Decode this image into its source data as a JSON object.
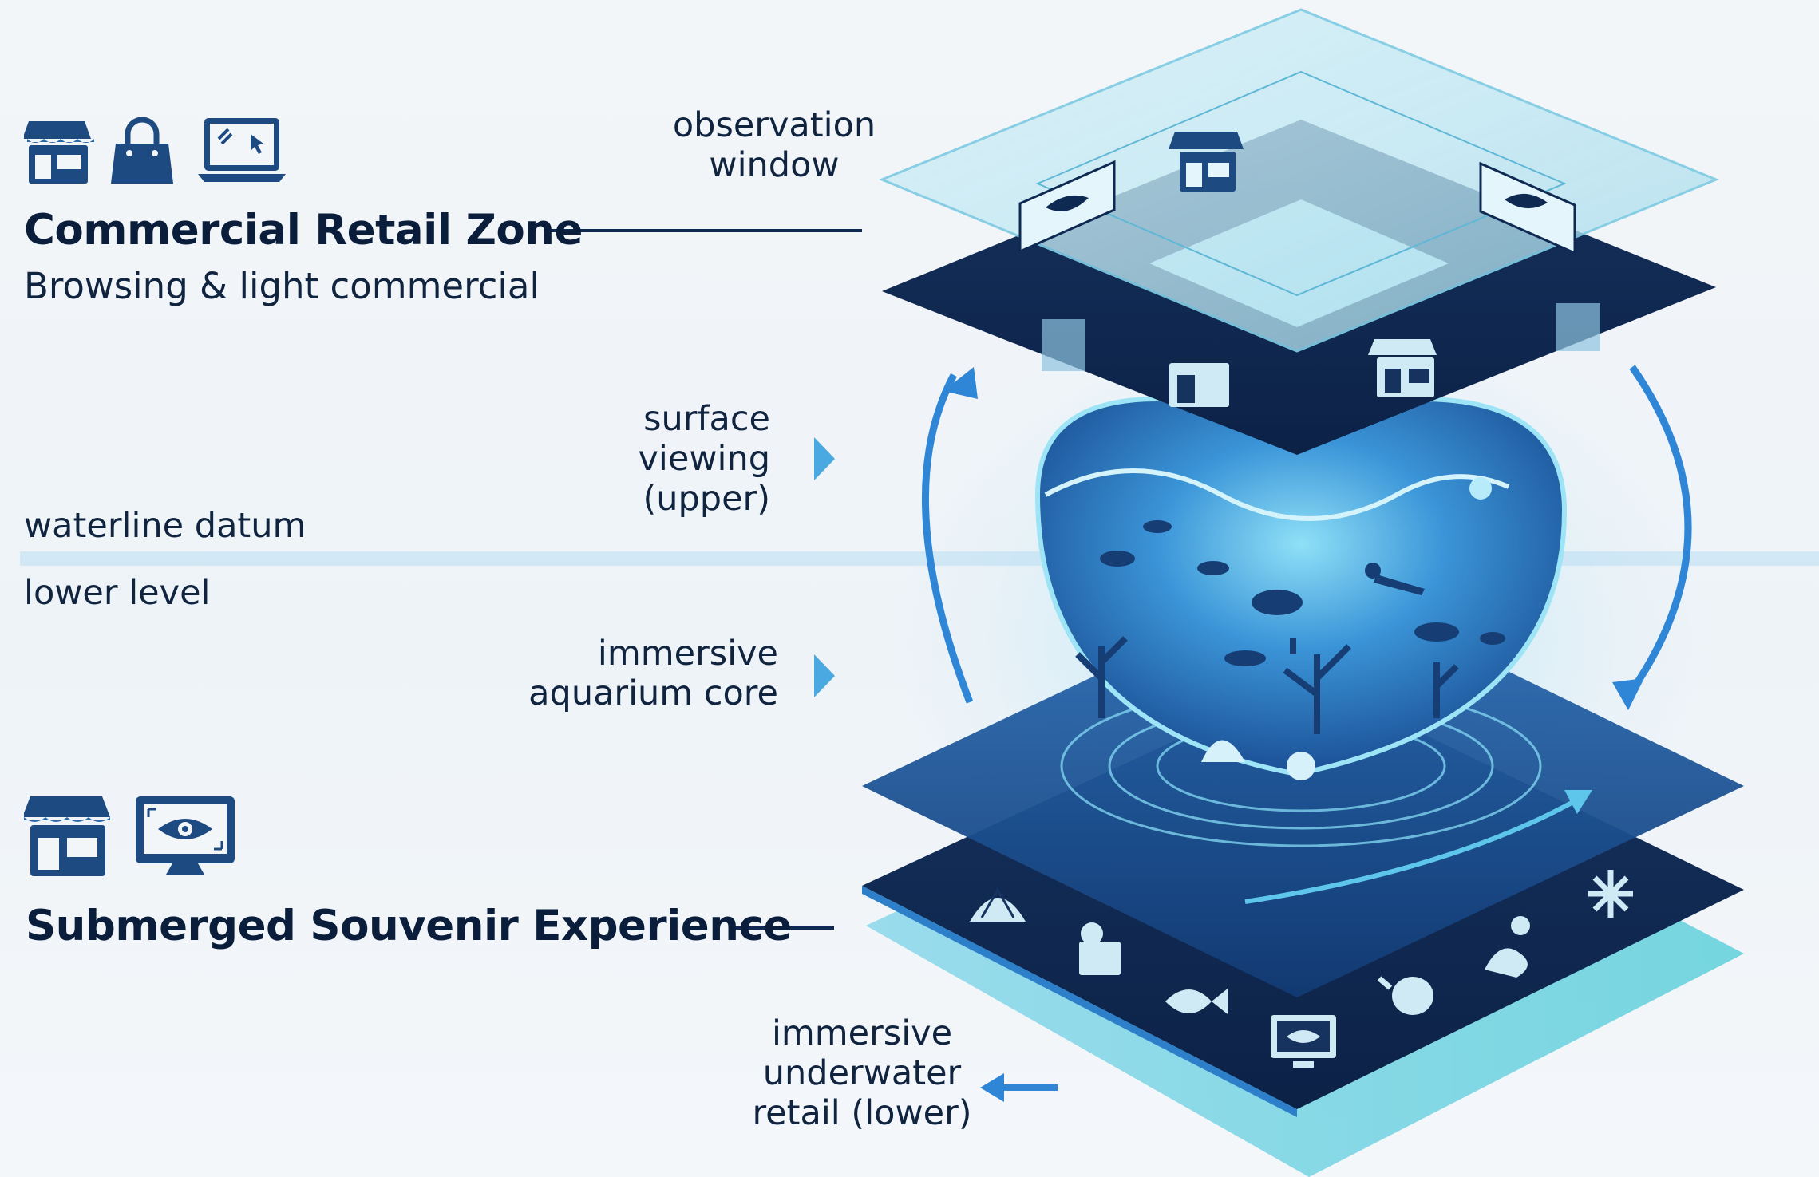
{
  "upper_zone": {
    "title": "Commercial Retail Zone",
    "subtitle": "Browsing & light commercial",
    "icons": [
      "storefront-icon",
      "shopping-bag-icon",
      "laptop-icon"
    ]
  },
  "lower_zone": {
    "title": "Submerged Souvenir Experience",
    "icons": [
      "storefront-icon",
      "monitor-eye-icon"
    ]
  },
  "labels": {
    "observation_line1": "observation",
    "observation_line2": "window",
    "surface_line1": "surface",
    "surface_line2": "viewing",
    "surface_line3": "(upper)",
    "waterline": "waterline datum",
    "lower_level": "lower level",
    "immersive_line1": "immersive",
    "immersive_line2": "aquarium core",
    "retail_line1": "immersive",
    "retail_line2": "underwater",
    "retail_line3": "retail (lower)"
  },
  "colors": {
    "navy": "#0f2a52",
    "deep_blue": "#163d70",
    "accent_blue": "#2f86d6",
    "water_light": "#7fd3ef",
    "glass": "#bfe6f2",
    "background": "#f3f6f9"
  }
}
